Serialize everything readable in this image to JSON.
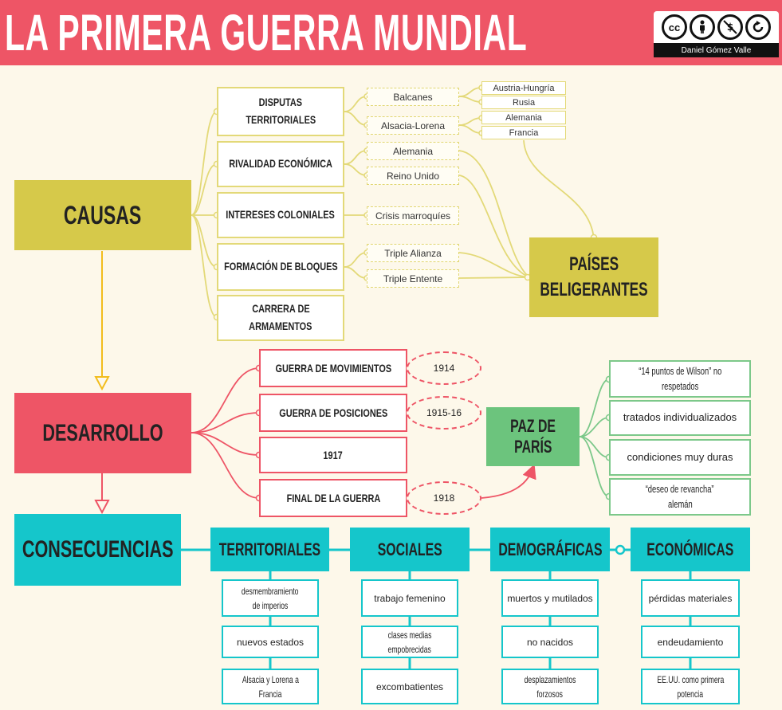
{
  "title": "LA PRIMERA GUERRA MUNDIAL",
  "license": {
    "icons": [
      "cc",
      "by",
      "nc",
      "sa"
    ],
    "author": "Daniel Gómez Valle"
  },
  "causas": {
    "label": "CAUSAS",
    "items": [
      {
        "line1": "DISPUTAS",
        "line2": "TERRITORIALES"
      },
      {
        "line1": "RIVALIDAD ECONÓMICA"
      },
      {
        "line1": "INTERESES COLONIALES"
      },
      {
        "line1": "FORMACIÓN DE BLOQUES"
      },
      {
        "line1": "CARRERA DE",
        "line2": "ARMAMENTOS"
      }
    ],
    "subitems": [
      "Balcanes",
      "Alsacia-Lorena",
      "Alemania",
      "Reino Unido",
      "Crisis marroquíes",
      "Triple Alianza",
      "Triple Entente"
    ],
    "countries": [
      "Austria-Hungría",
      "Rusia",
      "Alemania",
      "Francia"
    ],
    "paises": {
      "line1": "PAÍSES",
      "line2": "BELIGERANTES"
    }
  },
  "desarrollo": {
    "label": "DESARROLLO",
    "phases": [
      "GUERRA DE MOVIMIENTOS",
      "GUERRA DE POSICIONES",
      "1917",
      "FINAL DE LA GUERRA"
    ],
    "years": [
      "1914",
      "1915-16",
      "1918"
    ],
    "paz": {
      "line1": "PAZ DE",
      "line2": "PARÍS"
    },
    "paz_items": [
      {
        "line1": "“14 puntos de Wilson” no",
        "line2": "respetados"
      },
      {
        "line1": "tratados individualizados"
      },
      {
        "line1": "condiciones muy duras"
      },
      {
        "line1": "“deseo de revancha”",
        "line2": "alemán"
      }
    ]
  },
  "consecuencias": {
    "label": "CONSECUENCIAS",
    "categories": [
      {
        "label": "TERRITORIALES",
        "items": [
          {
            "line1": "desmembramiento",
            "line2": "de imperios"
          },
          {
            "line1": "nuevos estados"
          },
          {
            "line1": "Alsacia y Lorena a",
            "line2": "Francia"
          }
        ]
      },
      {
        "label": "SOCIALES",
        "items": [
          {
            "line1": "trabajo femenino"
          },
          {
            "line1": "clases medias",
            "line2": "empobrecidas"
          },
          {
            "line1": "excombatientes"
          }
        ]
      },
      {
        "label": "DEMOGRÁFICAS",
        "items": [
          {
            "line1": "muertos y mutilados"
          },
          {
            "line1": "no nacidos"
          },
          {
            "line1": "desplazamientos",
            "line2": "forzosos"
          }
        ]
      },
      {
        "label": "ECONÓMICAS",
        "items": [
          {
            "line1": "pérdidas materiales"
          },
          {
            "line1": "endeudamiento"
          },
          {
            "line1": "EE.UU. como primera",
            "line2": "potencia"
          }
        ]
      }
    ]
  },
  "colors": {
    "causas": "#d6c94a",
    "desarrollo": "#ee5566",
    "consecuencias": "#15c6cb",
    "paz": "#6cc47d",
    "connector_arrow": "#f2bd1d"
  }
}
